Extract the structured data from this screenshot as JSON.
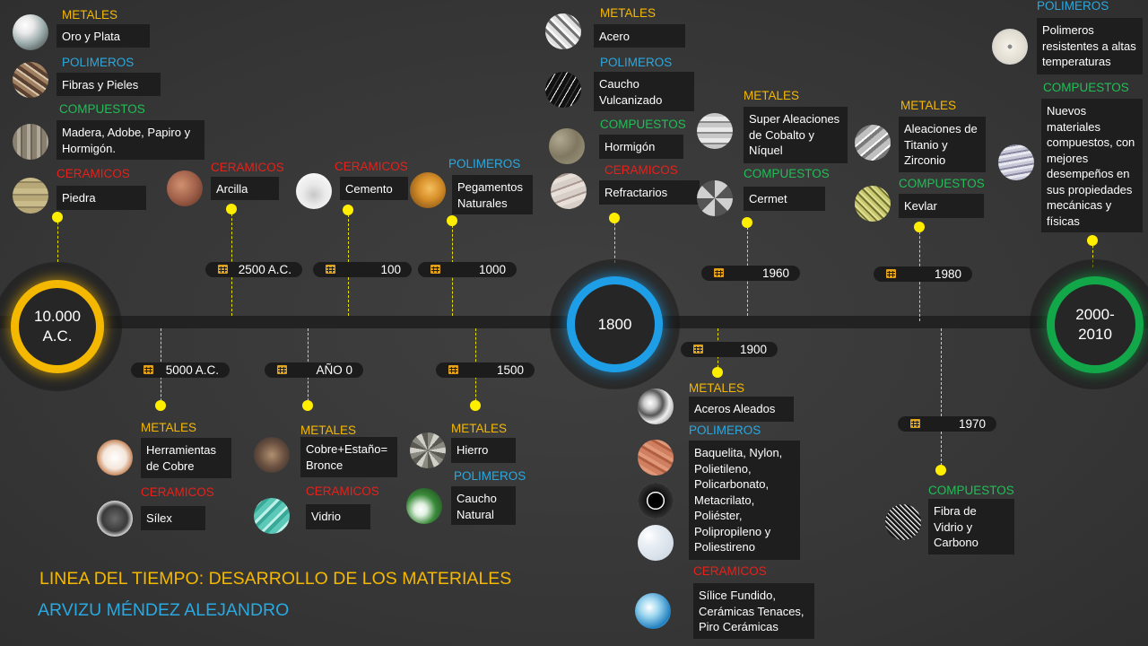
{
  "title": "LINEA DEL TIEMPO: DESARROLLO DE LOS MATERIALES",
  "author": "ARVIZU MÉNDEZ ALEJANDRO",
  "colors": {
    "metales": "#f5b800",
    "polimeros": "#2aa8e0",
    "compuestos": "#1fbf55",
    "ceramicos": "#e8201a",
    "connector": "#ffee00",
    "era1": "#f5b800",
    "era2": "#1e9ee6",
    "era3": "#12a84a"
  },
  "eras": [
    {
      "label": "10.000\nA.C.",
      "color": "era1"
    },
    {
      "label": "1800",
      "color": "era2"
    },
    {
      "label": "2000-\n2010",
      "color": "era3"
    }
  ],
  "dates": [
    "2500 A.C.",
    "100",
    "1000",
    "5000 A.C.",
    "AÑO 0",
    "1500",
    "1960",
    "1980",
    "1900",
    "1970"
  ],
  "categories": {
    "metales": "METALES",
    "polimeros": "POLIMEROS",
    "compuestos": "COMPUESTOS",
    "ceramicos": "CERAMICOS"
  },
  "items": [
    {
      "cat": "metales",
      "text": "Oro y Plata",
      "icon": "gold-silver-icon"
    },
    {
      "cat": "polimeros",
      "text": "Fibras y Pieles",
      "icon": "fibers-leather-icon"
    },
    {
      "cat": "compuestos",
      "text": "Madera, Adobe, Papiro y Hormigón.",
      "icon": "wood-adobe-icon"
    },
    {
      "cat": "ceramicos",
      "text": "Piedra",
      "icon": "stone-icon"
    },
    {
      "cat": "ceramicos",
      "text": "Arcilla",
      "icon": "clay-icon"
    },
    {
      "cat": "ceramicos",
      "text": "Cemento",
      "icon": "cement-icon"
    },
    {
      "cat": "polimeros",
      "text": "Pegamentos Naturales",
      "icon": "glue-icon"
    },
    {
      "cat": "metales",
      "text": "Herramientas de Cobre",
      "icon": "copper-tools-icon"
    },
    {
      "cat": "ceramicos",
      "text": "Sílex",
      "icon": "flint-icon"
    },
    {
      "cat": "metales",
      "text": "Cobre+Estaño= Bronce",
      "icon": "bronze-icon"
    },
    {
      "cat": "ceramicos",
      "text": "Vidrio",
      "icon": "glass-icon"
    },
    {
      "cat": "metales",
      "text": "Hierro",
      "icon": "iron-icon"
    },
    {
      "cat": "polimeros",
      "text": "Caucho Natural",
      "icon": "natural-rubber-icon"
    },
    {
      "cat": "metales",
      "text": "Acero",
      "icon": "steel-icon"
    },
    {
      "cat": "polimeros",
      "text": "Caucho Vulcanizado",
      "icon": "vulcanized-rubber-icon"
    },
    {
      "cat": "compuestos",
      "text": "Hormigón",
      "icon": "concrete-icon"
    },
    {
      "cat": "ceramicos",
      "text": "Refractarios",
      "icon": "refractory-icon"
    },
    {
      "cat": "metales",
      "text": "Super Aleaciones de Cobalto y Níquel",
      "icon": "superalloy-icon"
    },
    {
      "cat": "compuestos",
      "text": "Cermet",
      "icon": "cermet-icon"
    },
    {
      "cat": "metales",
      "text": "Aleaciones de Titanio y Zirconio",
      "icon": "titanium-icon"
    },
    {
      "cat": "compuestos",
      "text": "Kevlar",
      "icon": "kevlar-icon"
    },
    {
      "cat": "polimeros",
      "text": "Polimeros resistentes a altas temperaturas",
      "icon": "heat-polymer-icon"
    },
    {
      "cat": "compuestos",
      "text": "Nuevos materiales compuestos, con mejores desempeños en sus propiedades mecánicas y físicas",
      "icon": "new-composite-icon"
    },
    {
      "cat": "metales",
      "text": "Aceros Aleados",
      "icon": "alloy-steel-icon"
    },
    {
      "cat": "polimeros",
      "text": "Baquelita, Nylon, Polietileno, Policarbonato, Metacrilato, Poliéster, Polipropileno y Poliestireno",
      "icon": "plastics-icon"
    },
    {
      "cat": "ceramicos",
      "text": "Sílice Fundido, Cerámicas Tenaces, Piro Cerámicas",
      "icon": "silica-icon"
    },
    {
      "cat": "compuestos",
      "text": "Fibra de Vidrio y Carbono",
      "icon": "carbon-fiber-icon"
    }
  ]
}
